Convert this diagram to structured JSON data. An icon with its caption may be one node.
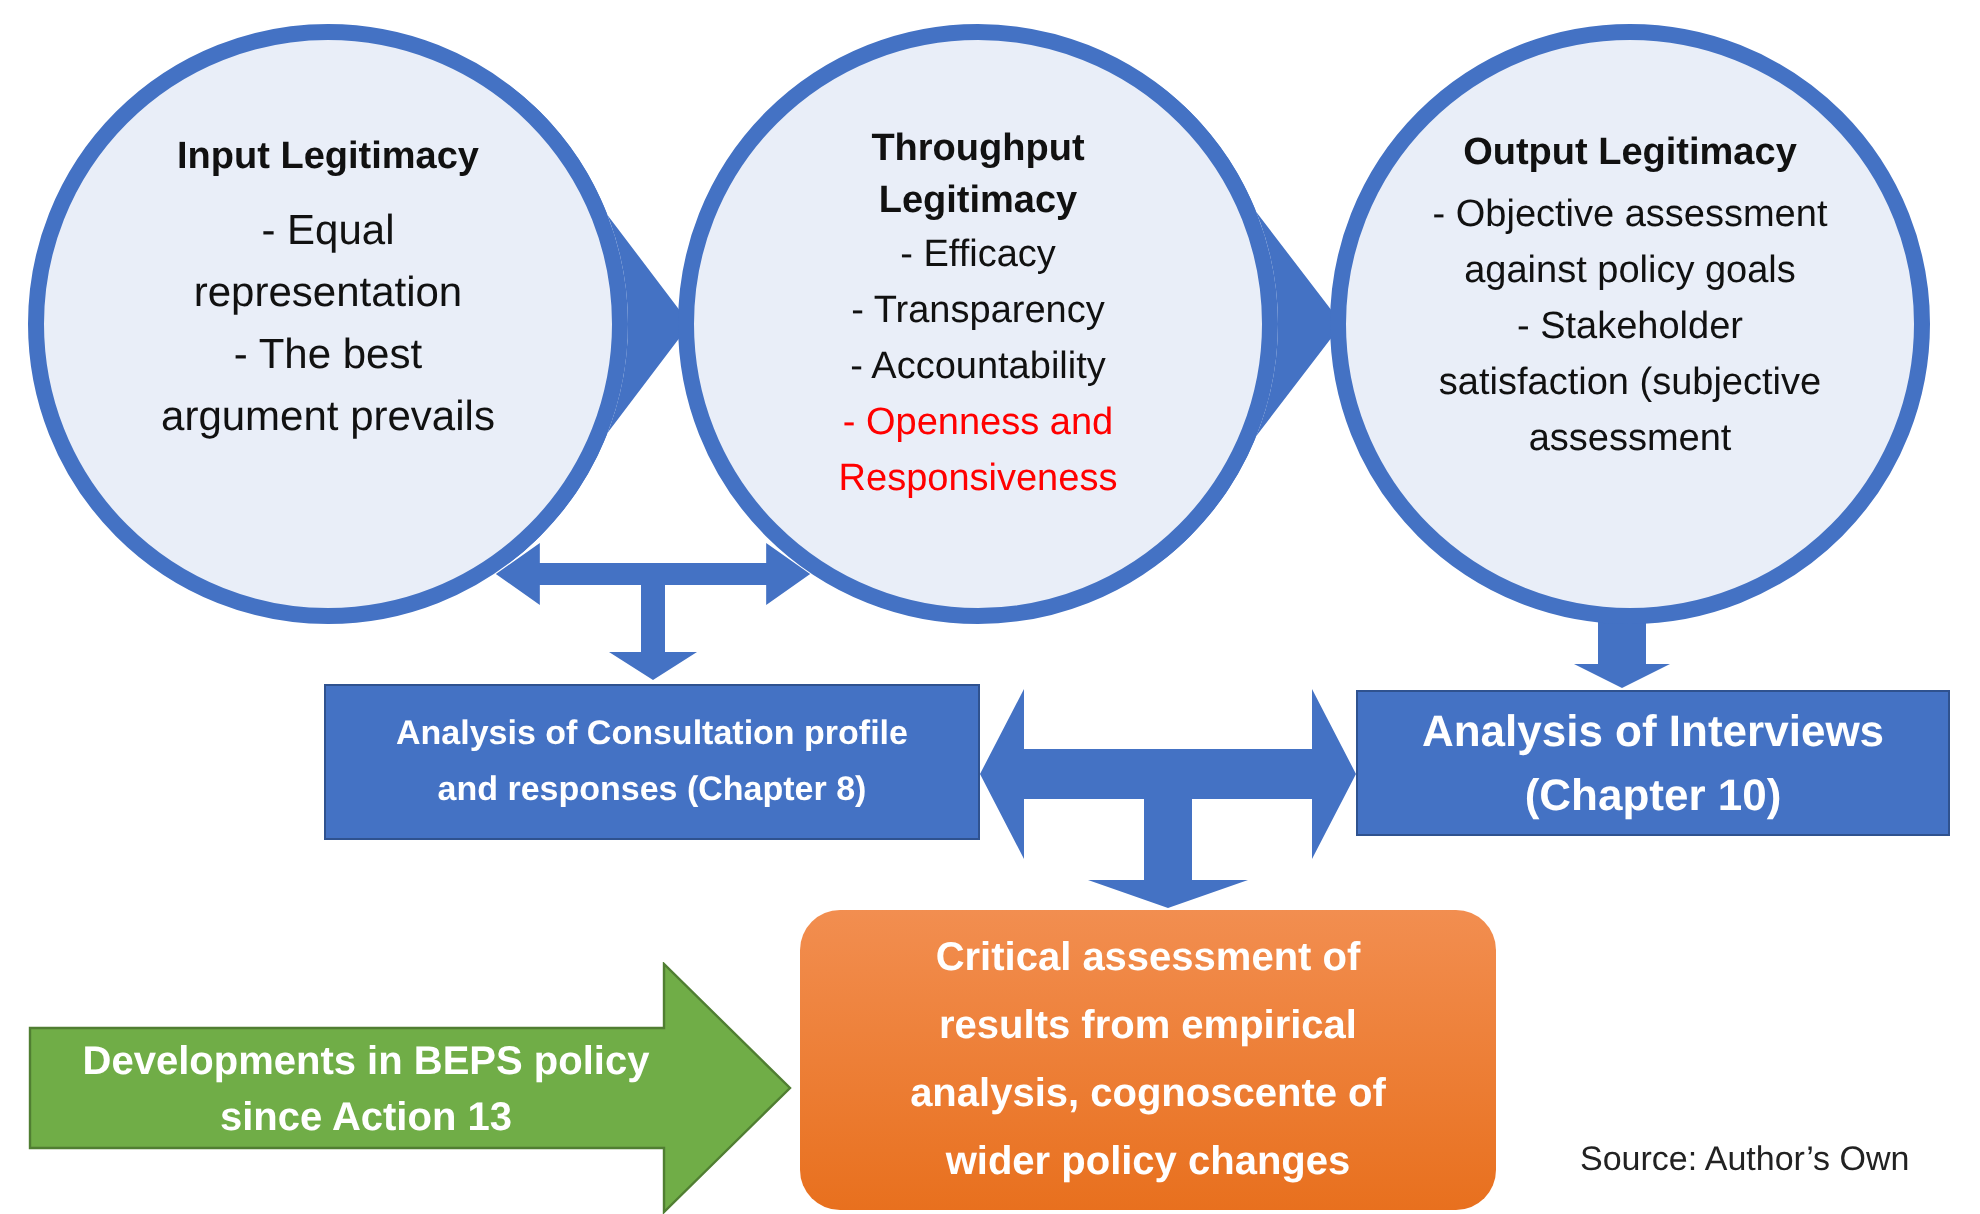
{
  "diagram": {
    "nodes": [
      {
        "text": [
          "Input Legitimacy",
          "- Equal representation",
          "- The best argument prevails"
        ]
      },
      {
        "text": [
          "Throughput Legitimacy",
          "- Efficacy",
          "- Transparency",
          "- Accountability",
          "- Openness and Responsiveness"
        ]
      },
      {
        "text": [
          "Output Legitimacy",
          "- Objective assessment against policy goals",
          "- Stakeholder satisfaction (subjective assessment"
        ]
      },
      {
        "text": [
          "Analysis of Consultation profile and responses (Chapter 8)"
        ]
      },
      {
        "text": [
          "Analysis of Interviews (Chapter 10)"
        ]
      },
      {
        "text": [
          "Critical assessment of results from empirical analysis, cognoscente of wider policy changes"
        ]
      },
      {
        "text": [
          "Developments in BEPS policy since Action 13"
        ]
      }
    ],
    "edges": [
      {
        "from": 0,
        "to": 1,
        "arrow": "to"
      },
      {
        "from": 1,
        "to": 2,
        "arrow": "to"
      },
      {
        "from": 0,
        "to": 3,
        "arrow": "both"
      },
      {
        "from": 1,
        "to": 3,
        "arrow": "both"
      },
      {
        "from": 2,
        "to": 4,
        "arrow": "to"
      },
      {
        "from": 3,
        "to": 5,
        "arrow": "both"
      },
      {
        "from": 4,
        "to": 5,
        "arrow": "both"
      }
    ],
    "labels": [
      "Source: Author’s Own"
    ]
  }
}
